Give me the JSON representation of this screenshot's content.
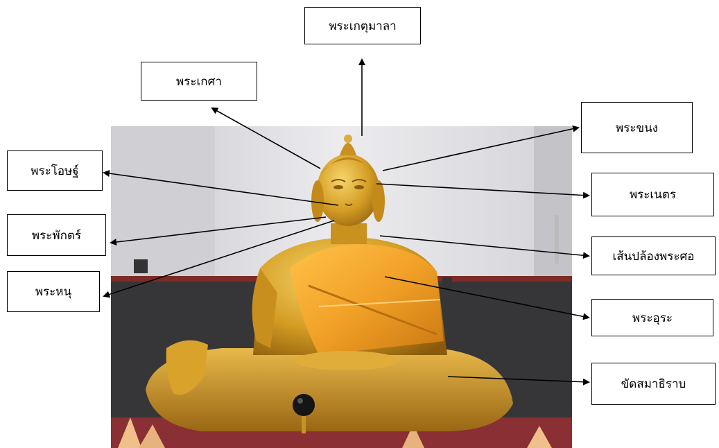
{
  "labels": {
    "ketumala": "พระเกตุมาลา",
    "kesa": "พระเกศา",
    "khanong": "พระขนง",
    "unna": "พระโอษฐ์",
    "netr": "พระเนตร",
    "phak": "พระพักตร์",
    "plong": "เส้นปล้องพระศอ",
    "hanu": "พระหนุ",
    "ura": "พระอุระ",
    "khat": "ขัดสมาธิราบ"
  },
  "colors": {
    "gold": "#d9a521",
    "robe": "#f0a32a",
    "wall": "#e6e6e9",
    "stone": "#3b3b3e",
    "arrow": "#000000"
  }
}
